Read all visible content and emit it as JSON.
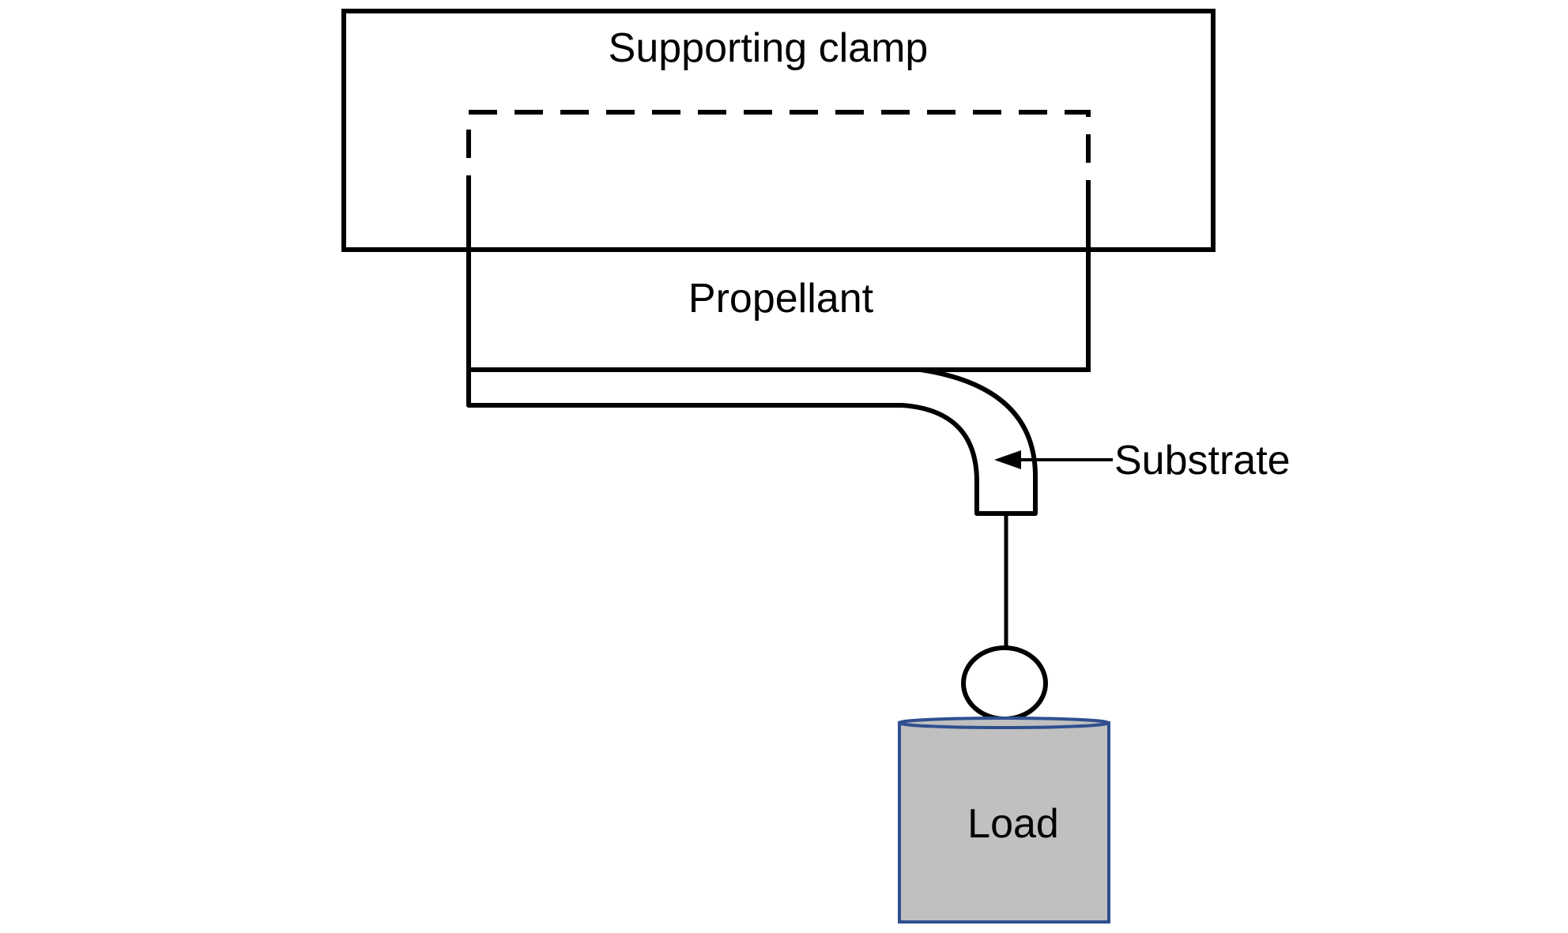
{
  "labels": {
    "clamp": "Supporting clamp",
    "propellant": "Propellant",
    "substrate": "Substrate",
    "load": "Load"
  },
  "colors": {
    "stroke": "#000000",
    "load_fill": "#c0c0c0",
    "load_outline": "#2f4f8f",
    "background": "#ffffff"
  }
}
